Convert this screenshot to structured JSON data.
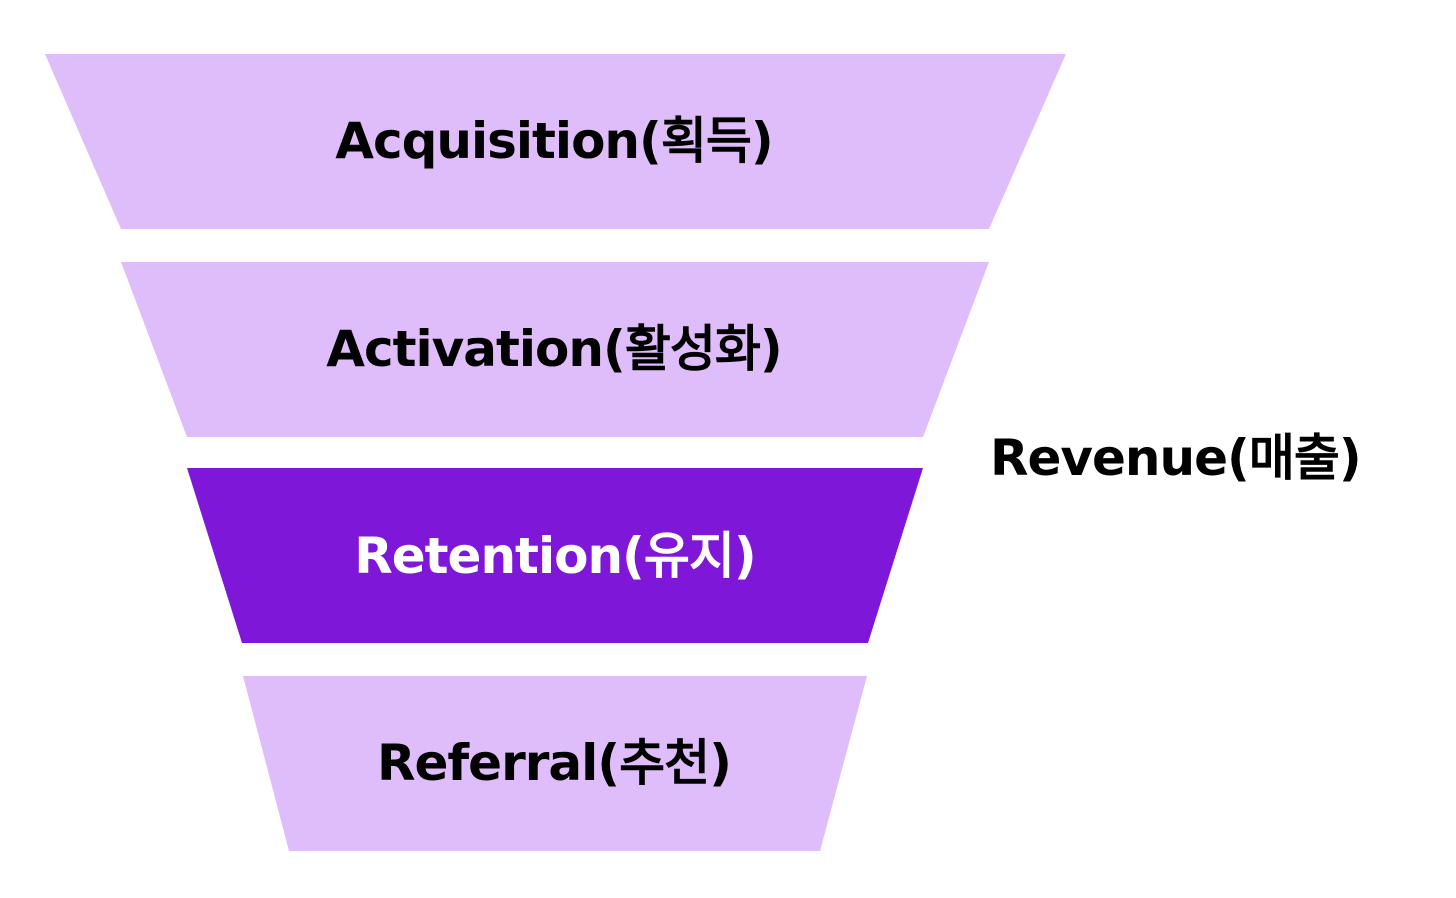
{
  "funnel": {
    "stages": [
      {
        "label": "Acquisition(획득)",
        "highlighted": false
      },
      {
        "label": "Activation(활성화)",
        "highlighted": false
      },
      {
        "label": "Retention(유지)",
        "highlighted": true
      },
      {
        "label": "Referral(추천)",
        "highlighted": false
      }
    ],
    "side_label": "Revenue(매출)"
  },
  "colors": {
    "stage_fill": "#dfbdfa",
    "highlight_fill": "#7e17d8",
    "text_default": "#000000",
    "text_highlight": "#ffffff"
  }
}
